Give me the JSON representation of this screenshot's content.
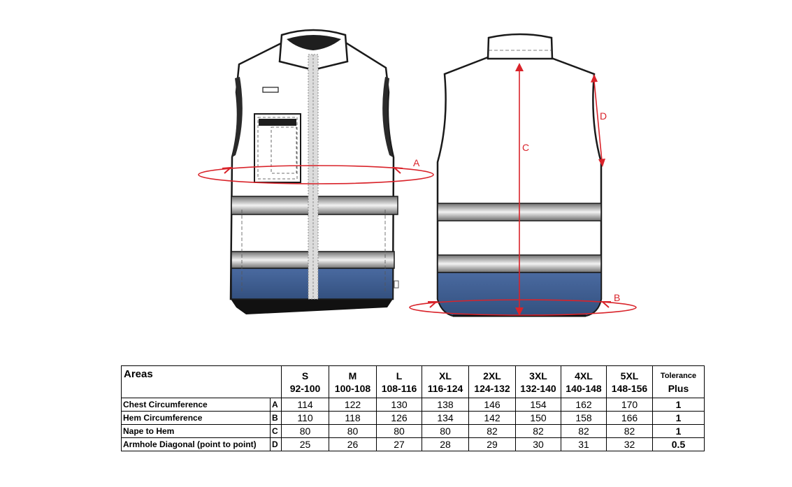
{
  "measure_labels": {
    "a": "A",
    "b": "B",
    "c": "C",
    "d": "D"
  },
  "table": {
    "header_label": "Areas",
    "sizes": [
      {
        "size": "S",
        "range": "92-100"
      },
      {
        "size": "M",
        "range": "100-108"
      },
      {
        "size": "L",
        "range": "108-116"
      },
      {
        "size": "XL",
        "range": "116-124"
      },
      {
        "size": "2XL",
        "range": "124-132"
      },
      {
        "size": "3XL",
        "range": "132-140"
      },
      {
        "size": "4XL",
        "range": "140-148"
      },
      {
        "size": "5XL",
        "range": "148-156"
      }
    ],
    "tolerance_label": "Tolerance",
    "tolerance_sub": "Plus",
    "rows": [
      {
        "area": "Chest Circumference",
        "code": "A",
        "values": [
          "114",
          "122",
          "130",
          "138",
          "146",
          "154",
          "162",
          "170"
        ],
        "tolerance": "1"
      },
      {
        "area": "Hem Circumference",
        "code": "B",
        "values": [
          "110",
          "118",
          "126",
          "134",
          "142",
          "150",
          "158",
          "166"
        ],
        "tolerance": "1"
      },
      {
        "area": "Nape to Hem",
        "code": "C",
        "values": [
          "80",
          "80",
          "80",
          "80",
          "82",
          "82",
          "82",
          "82"
        ],
        "tolerance": "1"
      },
      {
        "area": "Armhole Diagonal (point to point)",
        "code": "D",
        "values": [
          "25",
          "26",
          "27",
          "28",
          "29",
          "30",
          "31",
          "32"
        ],
        "tolerance": "0.5"
      }
    ]
  },
  "colors": {
    "measure": "#d9232a",
    "navy": "#3f5f92",
    "reflective": "#b4b4b4",
    "outline": "#1a1a1a"
  }
}
